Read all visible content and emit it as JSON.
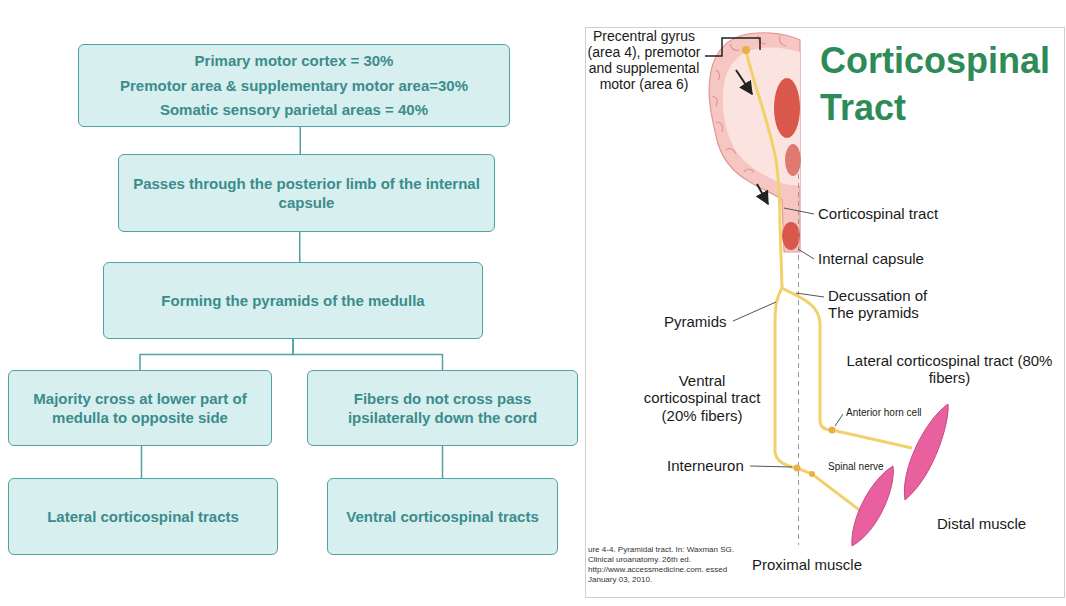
{
  "diagram": {
    "title": "Corticospinal Tract",
    "caption": "ure 4-4. Pyramidal tract. In: Waxman SG. Clinical uroanatomy. 26th ed. http://www.accessmedicine.com. essed January 03, 2010.",
    "nodes": [
      {
        "text": [
          "Primary motor cortex = 30%",
          "Premotor area & supplementary motor area=30%",
          "Somatic sensory parietal areas = 40%"
        ]
      },
      {
        "text": [
          "Passes through the posterior limb of the internal capsule"
        ]
      },
      {
        "text": [
          "Forming the pyramids of the medulla"
        ]
      },
      {
        "text": [
          "Majority cross at lower part of medulla to opposite side"
        ]
      },
      {
        "text": [
          "Fibers do not cross pass ipsilaterally down the cord"
        ]
      },
      {
        "text": [
          "Lateral corticospinal tracts"
        ]
      },
      {
        "text": [
          "Ventral corticospinal tracts"
        ]
      }
    ],
    "edges": [
      {
        "from": 0,
        "to": 1,
        "arrow": "none"
      },
      {
        "from": 1,
        "to": 2,
        "arrow": "none"
      },
      {
        "from": 2,
        "to": 3,
        "arrow": "none"
      },
      {
        "from": 2,
        "to": 4,
        "arrow": "none"
      },
      {
        "from": 3,
        "to": 5,
        "arrow": "none"
      },
      {
        "from": 4,
        "to": 6,
        "arrow": "none"
      }
    ],
    "labels": [
      "Precentral gyrus (area 4), premotor and supplemental motor (area 6)",
      "Corticospinal tract",
      "Internal capsule",
      "Decussation of The pyramids",
      "Pyramids",
      "Lateral corticospinal tract (80% fibers)",
      "Ventral corticospinal tract (20% fibers)",
      "Anterior horn cell",
      "Interneuron",
      "Spinal nerve",
      "Distal muscle",
      "Proximal muscle"
    ]
  }
}
